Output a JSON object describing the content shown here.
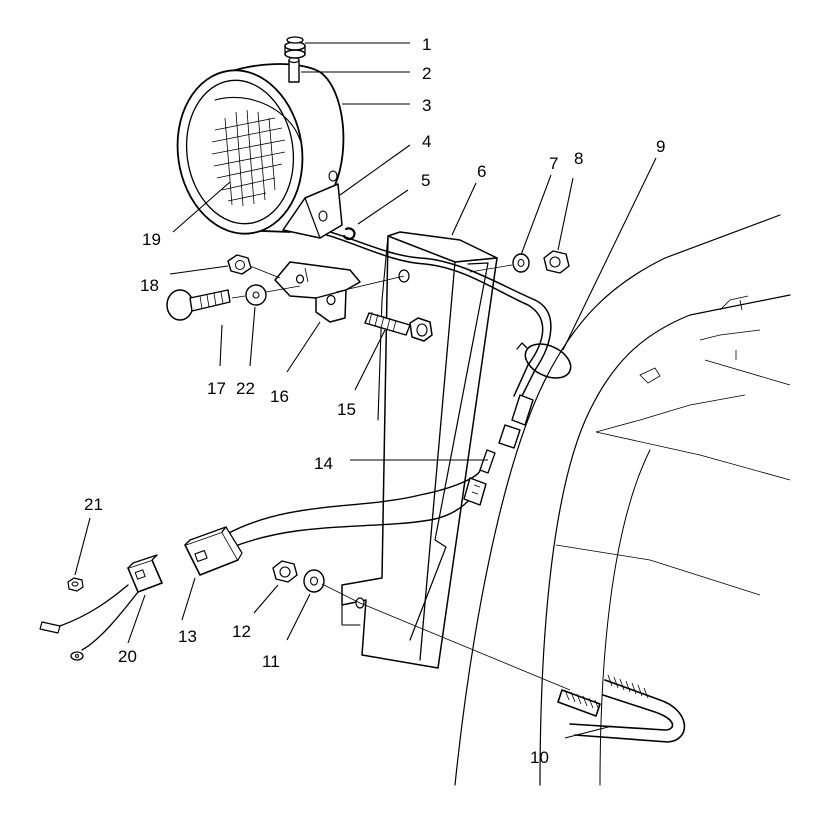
{
  "diagram": {
    "type": "exploded-parts-view",
    "callouts": [
      {
        "id": "1",
        "label": "1"
      },
      {
        "id": "2",
        "label": "2"
      },
      {
        "id": "3",
        "label": "3"
      },
      {
        "id": "4",
        "label": "4"
      },
      {
        "id": "5",
        "label": "5"
      },
      {
        "id": "6",
        "label": "6"
      },
      {
        "id": "7",
        "label": "7"
      },
      {
        "id": "8",
        "label": "8"
      },
      {
        "id": "9",
        "label": "9"
      },
      {
        "id": "10",
        "label": "10"
      },
      {
        "id": "11",
        "label": "11"
      },
      {
        "id": "12",
        "label": "12"
      },
      {
        "id": "13",
        "label": "13"
      },
      {
        "id": "14",
        "label": "14"
      },
      {
        "id": "15",
        "label": "15"
      },
      {
        "id": "16",
        "label": "16"
      },
      {
        "id": "17",
        "label": "17"
      },
      {
        "id": "18",
        "label": "18"
      },
      {
        "id": "19",
        "label": "19"
      },
      {
        "id": "20",
        "label": "20"
      },
      {
        "id": "21",
        "label": "21"
      },
      {
        "id": "22",
        "label": "22"
      }
    ]
  }
}
